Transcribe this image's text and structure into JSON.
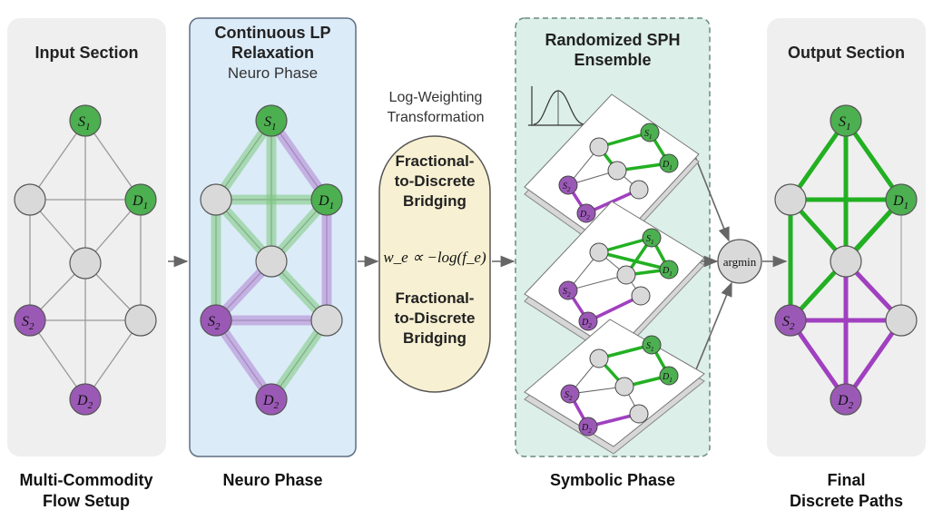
{
  "panels": {
    "input": {
      "title": "Input Section",
      "caption_line1": "Multi-Commodity",
      "caption_line2": "Flow Setup"
    },
    "lp": {
      "title_line1": "Continuous LP",
      "title_line2": "Relaxation",
      "subtitle": "Neuro Phase",
      "caption": "Neuro Phase"
    },
    "middle": {
      "label_line1": "Log-Weighting",
      "label_line2": "Transformation",
      "bridge1_line1": "Fractional-",
      "bridge1_line2": "to-Discrete",
      "bridge1_line3": "Bridging",
      "formula": "w_e ∝ −log(f_e)",
      "bridge2_line1": "Fractional-",
      "bridge2_line2": "to-Discrete",
      "bridge2_line3": "Bridging"
    },
    "sph": {
      "title_line1": "Randomized SPH",
      "title_line2": "Ensemble",
      "caption": "Symbolic Phase",
      "argmin": "argmin"
    },
    "output": {
      "title": "Output Section",
      "caption_line1": "Final",
      "caption_line2": "Discrete Paths"
    }
  },
  "nodes": {
    "s1": {
      "letter": "S",
      "sub": "1"
    },
    "d1": {
      "letter": "D",
      "sub": "1"
    },
    "s2": {
      "letter": "S",
      "sub": "2"
    },
    "d2": {
      "letter": "D",
      "sub": "2"
    }
  },
  "colors": {
    "green": "#4caf50",
    "purple": "#9b59b6",
    "gray_node": "#d9d9d9",
    "panel_gray": "#f0f0f0",
    "panel_blue": "#dcebf8",
    "panel_teal": "#dcefe9",
    "pill_yellow": "#f7f0d2",
    "path_green": "#22b022",
    "path_purple": "#a040c0"
  }
}
